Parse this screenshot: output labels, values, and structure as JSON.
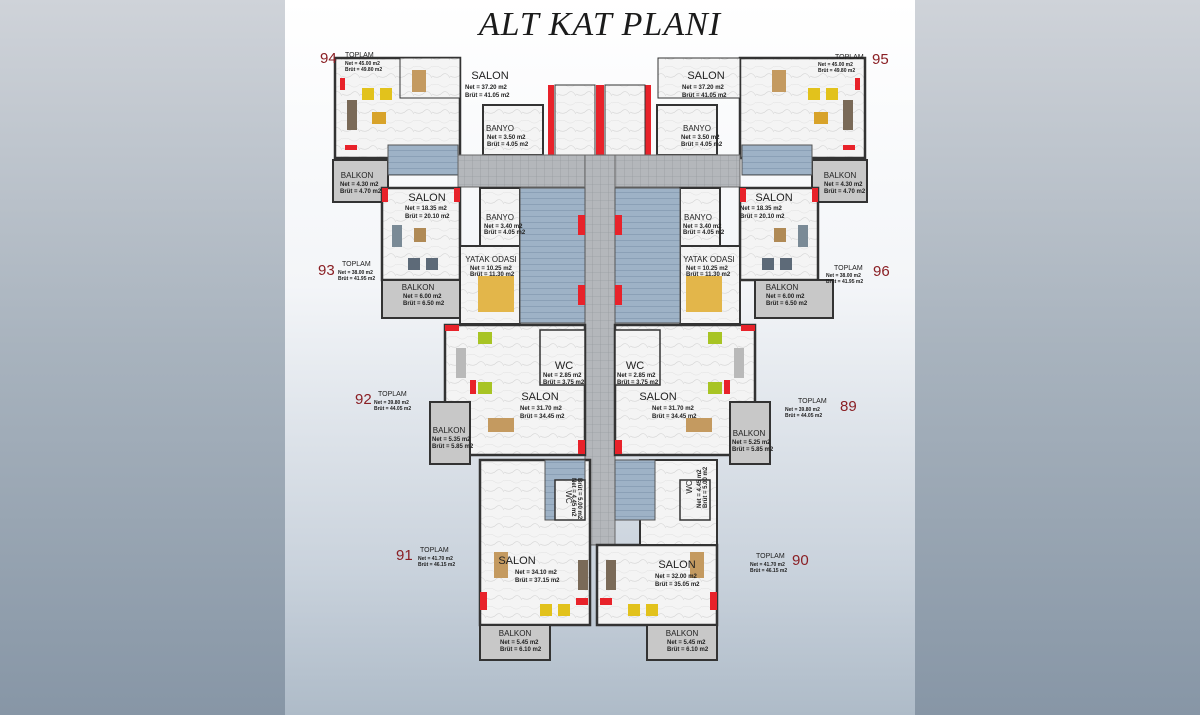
{
  "title": "ALT KAT PLANI",
  "units": [
    {
      "no": "94",
      "total_label": "TOPLAM",
      "net": "Net = 45.00 m2",
      "brut": "Brüt = 49.80 m2"
    },
    {
      "no": "95",
      "total_label": "TOPLAM",
      "net": "Net = 45.00 m2",
      "brut": "Brüt = 49.80 m2"
    },
    {
      "no": "93",
      "total_label": "TOPLAM",
      "net": "Net = 38.00 m2",
      "brut": "Brüt = 41.95 m2"
    },
    {
      "no": "96",
      "total_label": "TOPLAM",
      "net": "Net = 38.00 m2",
      "brut": "Brüt = 41.95 m2"
    },
    {
      "no": "92",
      "total_label": "TOPLAM",
      "net": "Net = 39.80 m2",
      "brut": "Brüt = 44.05 m2"
    },
    {
      "no": "89",
      "total_label": "TOPLAM",
      "net": "Net = 39.80 m2",
      "brut": "Brüt = 44.05 m2"
    },
    {
      "no": "91",
      "total_label": "TOPLAM",
      "net": "Net = 41.70 m2",
      "brut": "Brüt = 46.15 m2"
    },
    {
      "no": "90",
      "total_label": "TOPLAM",
      "net": "Net = 41.70 m2",
      "brut": "Brüt = 46.15 m2"
    }
  ],
  "rooms": {
    "salon_94": {
      "label": "SALON",
      "net": "Net = 37.20 m2",
      "brut": "Brüt = 41.05 m2"
    },
    "salon_95": {
      "label": "SALON",
      "net": "Net = 37.20 m2",
      "brut": "Brüt = 41.05 m2"
    },
    "banyo_94": {
      "label": "BANYO",
      "net": "Net = 3.50 m2",
      "brut": "Brüt = 4.05 m2"
    },
    "banyo_95": {
      "label": "BANYO",
      "net": "Net = 3.50 m2",
      "brut": "Brüt = 4.05 m2"
    },
    "balkon_94": {
      "label": "BALKON",
      "net": "Net = 4.30 m2",
      "brut": "Brüt = 4.70 m2"
    },
    "balkon_95": {
      "label": "BALKON",
      "net": "Net = 4.30 m2",
      "brut": "Brüt = 4.70 m2"
    },
    "salon_93": {
      "label": "SALON",
      "net": "Net = 18.35 m2",
      "brut": "Brüt = 20.10 m2"
    },
    "salon_96": {
      "label": "SALON",
      "net": "Net = 18.35 m2",
      "brut": "Brüt = 20.10 m2"
    },
    "banyo_93": {
      "label": "BANYO",
      "net": "Net = 3.40 m2",
      "brut": "Brüt = 4.05 m2"
    },
    "banyo_96": {
      "label": "BANYO",
      "net": "Net = 3.40 m2",
      "brut": "Brüt = 4.05 m2"
    },
    "yatak_93": {
      "label": "YATAK ODASI",
      "net": "Net = 10.25 m2",
      "brut": "Brüt = 11.30 m2"
    },
    "yatak_96": {
      "label": "YATAK ODASI",
      "net": "Net = 10.25 m2",
      "brut": "Brüt = 11.30 m2"
    },
    "balkon_93": {
      "label": "BALKON",
      "net": "Net = 6.00 m2",
      "brut": "Brüt = 6.50 m2"
    },
    "balkon_96": {
      "label": "BALKON",
      "net": "Net = 6.00 m2",
      "brut": "Brüt = 6.50 m2"
    },
    "wc_92": {
      "label": "WC",
      "net": "Net = 2.85 m2",
      "brut": "Brüt = 3.75 m2"
    },
    "wc_89": {
      "label": "WC",
      "net": "Net = 2.85 m2",
      "brut": "Brüt = 3.75 m2"
    },
    "salon_92": {
      "label": "SALON",
      "net": "Net = 31.70 m2",
      "brut": "Brüt = 34.45 m2"
    },
    "salon_89": {
      "label": "SALON",
      "net": "Net = 31.70 m2",
      "brut": "Brüt = 34.45 m2"
    },
    "balkon_92": {
      "label": "BALKON",
      "net": "Net = 5.35 m2",
      "brut": "Brüt = 5.85 m2"
    },
    "balkon_89": {
      "label": "BALKON",
      "net": "Net = 5.25 m2",
      "brut": "Brüt = 5.85 m2"
    },
    "wc_91": {
      "label": "WC",
      "net": "Net = 4.45 m2",
      "brut": "Brüt = 5.00 m2"
    },
    "wc_90": {
      "label": "WC",
      "net": "Net = 4.45 m2",
      "brut": "Brüt = 5.00 m2"
    },
    "salon_91": {
      "label": "SALON",
      "net": "Net = 34.10 m2",
      "brut": "Brüt = 37.15 m2"
    },
    "salon_90": {
      "label": "SALON",
      "net": "Net = 32.00 m2",
      "brut": "Brüt = 35.05 m2"
    },
    "balkon_91": {
      "label": "BALKON",
      "net": "Net = 5.45 m2",
      "brut": "Brüt = 6.10 m2"
    },
    "balkon_90": {
      "label": "BALKON",
      "net": "Net = 5.45 m2",
      "brut": "Brüt = 6.10 m2"
    }
  },
  "colors": {
    "wall": "#e8222a",
    "corridor": "#a9adb2",
    "stair": "#8ea4bb",
    "unit_number": "#8a1f24"
  }
}
